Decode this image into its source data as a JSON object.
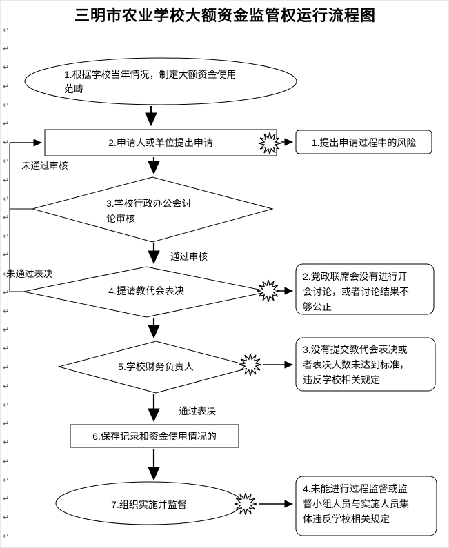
{
  "title": "三明市农业学校大额资金监管权运行流程图",
  "nodes": {
    "step1": {
      "label": "1.根据学校当年情况，制定大额资金使用范畴"
    },
    "step2": {
      "label": "2.申请人或单位提出申请"
    },
    "step3": {
      "label": "3.学校行政办公会讨论审核"
    },
    "step4": {
      "label": "4.提请教代会表决"
    },
    "step5": {
      "label": "5.学校财务负责人"
    },
    "step6": {
      "label": "6.保存记录和资金使用情况的"
    },
    "step7": {
      "label": "7.组织实施并监督"
    }
  },
  "edge_labels": {
    "fail_review": "未通过审核",
    "pass_review": "通过审核",
    "fail_vote": "未通过表决",
    "pass_vote": "通过表决"
  },
  "risk_notes": {
    "note1": "1.提出申请过程中的风险",
    "note2": "2.党政联席会没有进行开会讨论，或者讨论结果不够公正",
    "note3": "3.没有提交教代会表决或者表决人数未达到标准，违反学校相关规定",
    "note4": "4.未能进行过程监督或监督小组人员与实施人员集体违反学校相关规定"
  },
  "decorations": {
    "paragraph_mark": "↵",
    "mark_count": 28
  },
  "colors": {
    "stroke": "#000000",
    "background": "#ffffff"
  }
}
